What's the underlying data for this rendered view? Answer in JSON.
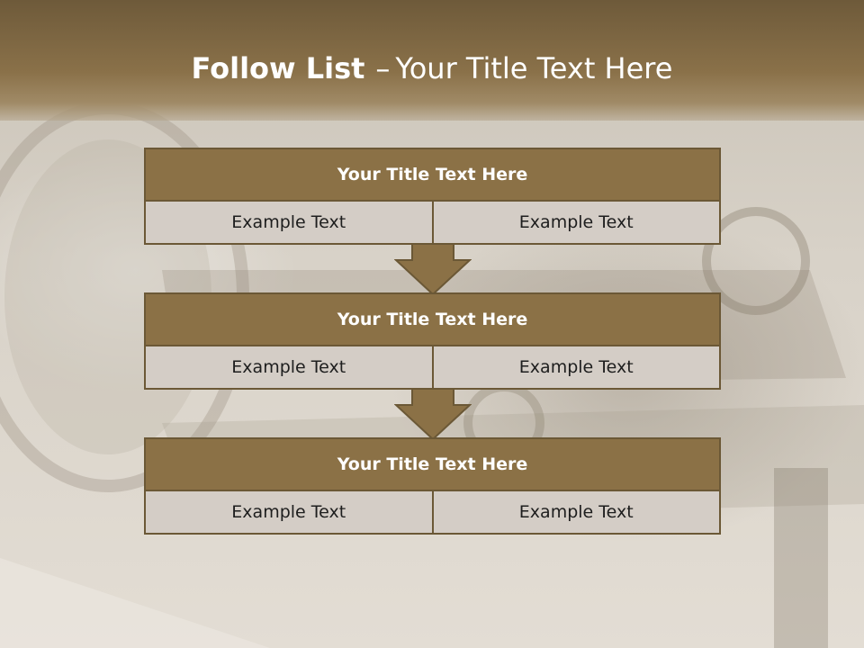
{
  "page": {
    "title_bold": "Follow List",
    "title_separator": "–",
    "title_rest": "Your Title Text Here"
  },
  "blocks": [
    {
      "title": "Your Title Text Here",
      "cells": [
        "Example Text",
        "Example Text"
      ]
    },
    {
      "title": "Your Title Text Here",
      "cells": [
        "Example Text",
        "Example Text"
      ]
    },
    {
      "title": "Your Title Text Here",
      "cells": [
        "Example Text",
        "Example Text"
      ]
    }
  ],
  "colors": {
    "header": "#8a7149",
    "block_title": "#8b7146",
    "block_cell": "#d4cdc6",
    "border": "#6b5836",
    "arrow": "#8b7146"
  }
}
